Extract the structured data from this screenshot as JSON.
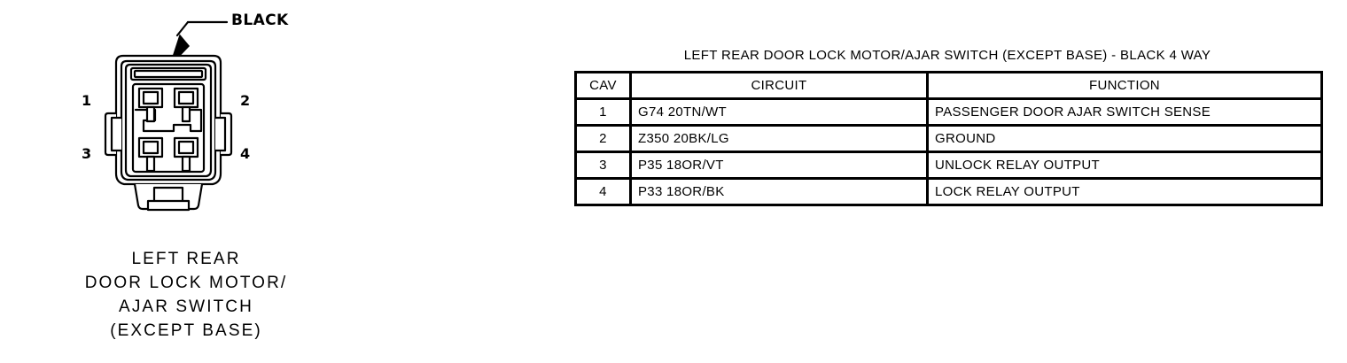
{
  "connector": {
    "color_callout": "BLACK",
    "pins": [
      "1",
      "2",
      "3",
      "4"
    ],
    "caption_lines": [
      "LEFT REAR",
      "DOOR LOCK MOTOR/",
      "AJAR SWITCH",
      "(EXCEPT BASE)"
    ],
    "stroke_color": "#000000",
    "fill_color": "#ffffff"
  },
  "table": {
    "title": "LEFT REAR DOOR LOCK MOTOR/AJAR SWITCH (EXCEPT BASE) - BLACK 4 WAY",
    "headers": [
      "CAV",
      "CIRCUIT",
      "FUNCTION"
    ],
    "rows": [
      {
        "cav": "1",
        "circuit": "G74 20TN/WT",
        "function": "PASSENGER DOOR AJAR SWITCH SENSE"
      },
      {
        "cav": "2",
        "circuit": "Z350 20BK/LG",
        "function": "GROUND"
      },
      {
        "cav": "3",
        "circuit": "P35 18OR/VT",
        "function": "UNLOCK RELAY OUTPUT"
      },
      {
        "cav": "4",
        "circuit": "P33 18OR/BK",
        "function": "LOCK RELAY OUTPUT"
      }
    ]
  }
}
